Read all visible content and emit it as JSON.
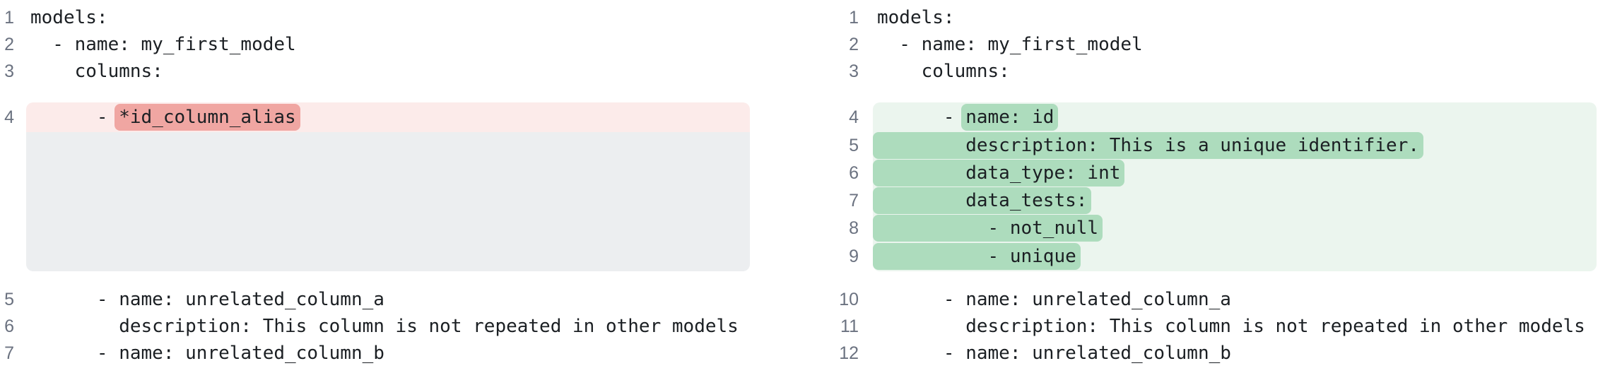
{
  "colors": {
    "background": "#ffffff",
    "removed_line_bg": "#fcebea",
    "removed_token_bg": "#f0a6a2",
    "added_line_bg": "#ebf5ee",
    "added_token_bg": "#addcbd",
    "placeholder_bg": "#eceef0",
    "line_number_color": "#6b7280",
    "code_text_color": "#1b1f23"
  },
  "left": {
    "lines": [
      {
        "num": "1",
        "text": "models:"
      },
      {
        "num": "2",
        "text": "  - name: my_first_model"
      },
      {
        "num": "3",
        "text": "    columns:"
      },
      {
        "num": "4",
        "prefix": "      - ",
        "token": "*id_column_alias"
      },
      {
        "num": "5",
        "text": "      - name: unrelated_column_a"
      },
      {
        "num": "6",
        "text": "        description: This column is not repeated in other models"
      },
      {
        "num": "7",
        "text": "      - name: unrelated_column_b"
      }
    ]
  },
  "right": {
    "lines": [
      {
        "num": "1",
        "text": "models:"
      },
      {
        "num": "2",
        "text": "  - name: my_first_model"
      },
      {
        "num": "3",
        "text": "    columns:"
      },
      {
        "num": "4",
        "prefix": "      - ",
        "token": "name: id"
      },
      {
        "num": "5",
        "prefix": "",
        "token": "        description: This is a unique identifier."
      },
      {
        "num": "6",
        "prefix": "",
        "token": "        data_type: int"
      },
      {
        "num": "7",
        "prefix": "",
        "token": "        data_tests:"
      },
      {
        "num": "8",
        "prefix": "",
        "token": "          - not_null"
      },
      {
        "num": "9",
        "prefix": "",
        "token": "          - unique"
      },
      {
        "num": "10",
        "text": "      - name: unrelated_column_a"
      },
      {
        "num": "11",
        "text": "        description: This column is not repeated in other models"
      },
      {
        "num": "12",
        "text": "      - name: unrelated_column_b"
      }
    ]
  }
}
